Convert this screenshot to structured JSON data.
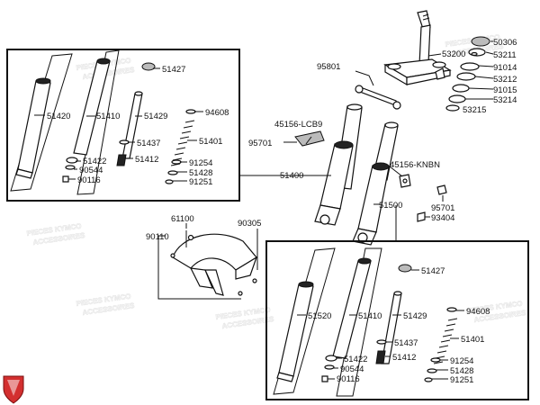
{
  "watermark": {
    "line1": "PIECES KYMCO",
    "line2": "ACCESSOIRES"
  },
  "labels": {
    "top": {
      "p50306": "50306",
      "p53211": "53211",
      "p91014": "91014",
      "p53212": "53212",
      "p91015": "91015",
      "p53214": "53214",
      "p53215": "53215",
      "p53200": "53200",
      "p95801": "95801"
    },
    "center": {
      "p45156lcb9": "45156-LCB9",
      "p95701a": "95701",
      "p51400": "51400",
      "p45156knbn": "45156-KNBN",
      "p51500": "51500",
      "p95701b": "95701",
      "p93404": "93404"
    },
    "fender": {
      "p61100": "61100",
      "p90305": "90305",
      "p90110": "90110"
    },
    "box1": {
      "p51427": "51427",
      "p94608": "94608",
      "p51420": "51420",
      "p51410": "51410",
      "p51429": "51429",
      "p51401": "51401",
      "p51437": "51437",
      "p51422": "51422",
      "p51412": "51412",
      "p90544": "90544",
      "p90116": "90116",
      "p91254": "91254",
      "p51428": "51428",
      "p91251": "91251"
    },
    "box2": {
      "p51427": "51427",
      "p94608": "94608",
      "p51520": "51520",
      "p51410": "51410",
      "p51429": "51429",
      "p51401": "51401",
      "p51437": "51437",
      "p51422": "51422",
      "p51412": "51412",
      "p90544": "90544",
      "p90116": "90116",
      "p91254": "91254",
      "p51428": "51428",
      "p91251": "91251"
    }
  },
  "logo_color": "#d32f2f"
}
